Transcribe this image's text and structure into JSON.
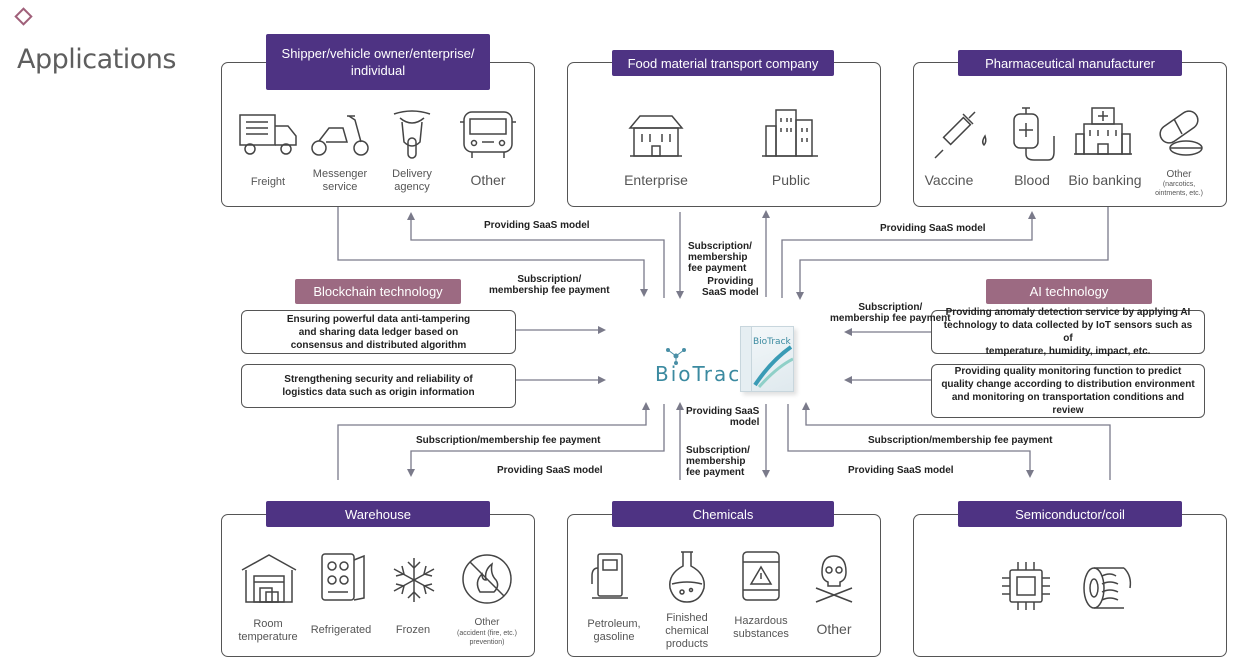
{
  "page": {
    "title": "Applications"
  },
  "panels": {
    "shipper": {
      "header": "Shipper/vehicle owner/enterprise/\nindividual",
      "items": [
        {
          "label": "Freight",
          "icon": "truck-icon"
        },
        {
          "label": "Messenger\nservice",
          "icon": "scooter-icon"
        },
        {
          "label": "Delivery\nagency",
          "icon": "motorcycle-icon"
        },
        {
          "label": "Other",
          "icon": "bus-icon"
        }
      ]
    },
    "food": {
      "header": "Food material transport company",
      "items": [
        {
          "label": "Enterprise",
          "icon": "enterprise-building-icon"
        },
        {
          "label": "Public",
          "icon": "public-building-icon"
        }
      ]
    },
    "pharma": {
      "header": "Pharmaceutical manufacturer",
      "items": [
        {
          "label": "Vaccine",
          "icon": "syringe-icon"
        },
        {
          "label": "Blood",
          "icon": "blood-bag-icon"
        },
        {
          "label": "Bio banking",
          "icon": "hospital-icon"
        },
        {
          "label": "Other",
          "sub": "(narcotics,\nointments, etc.)",
          "icon": "pill-icon"
        }
      ]
    },
    "warehouse": {
      "header": "Warehouse",
      "items": [
        {
          "label": "Room\ntemperature",
          "icon": "warehouse-icon"
        },
        {
          "label": "Refrigerated",
          "icon": "refrigerator-icon"
        },
        {
          "label": "Frozen",
          "icon": "snowflake-icon"
        },
        {
          "label": "Other",
          "sub": "(accident (fire, etc.)\nprevention)",
          "icon": "no-fire-icon"
        }
      ]
    },
    "chemicals": {
      "header": "Chemicals",
      "items": [
        {
          "label": "Petroleum,\ngasoline",
          "icon": "fuel-pump-icon"
        },
        {
          "label": "Finished\nchemical\nproducts",
          "icon": "flask-icon"
        },
        {
          "label": "Hazardous\nsubstances",
          "icon": "hazard-barrel-icon"
        },
        {
          "label": "Other",
          "icon": "skull-icon"
        }
      ]
    },
    "semiconductor": {
      "header": "Semiconductor/coil",
      "items": [
        {
          "icon": "chip-icon"
        },
        {
          "icon": "coil-icon"
        }
      ]
    }
  },
  "tech": {
    "blockchain": {
      "title": "Blockchain technology",
      "descs": [
        "Ensuring powerful data anti-tampering\nand sharing data ledger based on\nconsensus and distributed algorithm",
        "Strengthening security and reliability of\nlogistics data such as origin information"
      ]
    },
    "ai": {
      "title": "AI technology",
      "descs": [
        "Providing anomaly detection service by applying AI\ntechnology to data collected by IoT sensors such as of\ntemperature, humidity, impact, etc.",
        "Providing quality monitoring function to predict\nquality change according to distribution environment\nand monitoring on transportation conditions and\nreview"
      ]
    }
  },
  "center": {
    "logo": "BioTrack",
    "box_label": "BioTrack"
  },
  "flows": {
    "top_left_saas": "Providing SaaS model",
    "top_left_fee": "Subscription/\nmembership fee payment",
    "top_mid_fee": "Subscription/\nmembership\nfee payment",
    "top_mid_saas": "Providing\nSaaS model",
    "top_right_saas": "Providing SaaS model",
    "ai_fee": "Subscription/\nmembership fee payment",
    "bottom_mid_saas": "Providing SaaS\nmodel",
    "bottom_mid_fee": "Subscription/\nmembership\nfee payment",
    "bottom_left_fee": "Subscription/membership fee payment",
    "bottom_left_saas": "Providing SaaS model",
    "bottom_right_fee": "Subscription/membership fee payment",
    "bottom_right_saas": "Providing SaaS model"
  },
  "colors": {
    "header": "#4e3383",
    "tech": "#9c6a82",
    "accent": "#a0607a",
    "line": "#7a7a8a"
  }
}
